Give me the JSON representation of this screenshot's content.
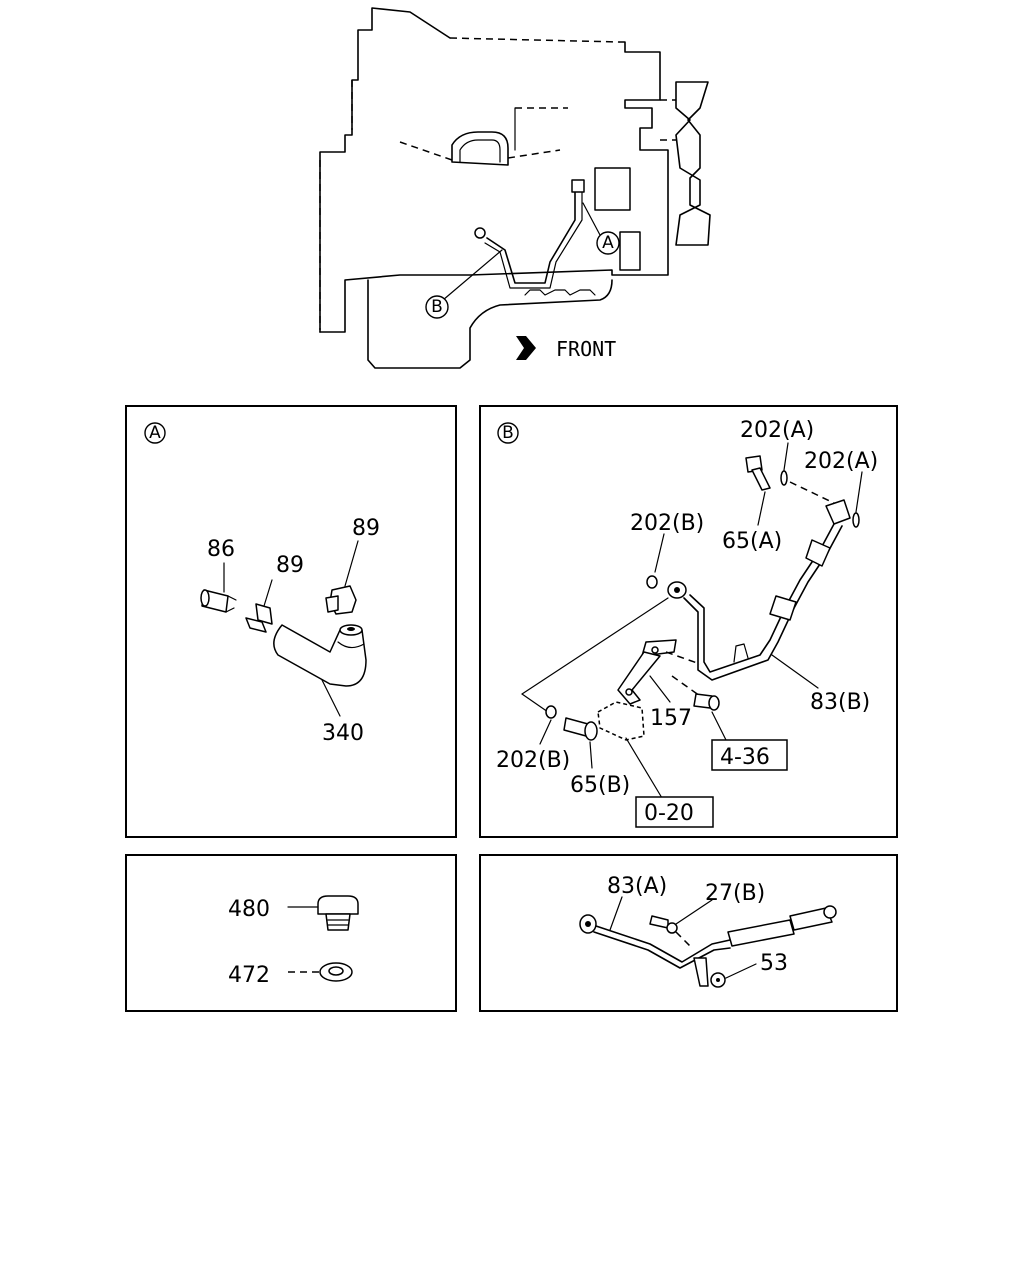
{
  "overview": {
    "detail_a": "A",
    "detail_b": "B",
    "front_label": "FRONT"
  },
  "panel_a": {
    "marker": "A",
    "labels": {
      "p86": "86",
      "p89_left": "89",
      "p89_right": "89",
      "p340": "340"
    }
  },
  "panel_b": {
    "marker": "B",
    "labels": {
      "p202a_top": "202(A)",
      "p202a_right": "202(A)",
      "p202b_top": "202(B)",
      "p65a": "65(A)",
      "p83b": "83(B)",
      "p157": "157",
      "p202b_bottom": "202(B)",
      "p65b": "65(B)",
      "ref_4_36": "4-36",
      "ref_0_20": "0-20"
    }
  },
  "panel_c": {
    "labels": {
      "p480": "480",
      "p472": "472"
    }
  },
  "panel_d": {
    "labels": {
      "p83a": "83(A)",
      "p27b": "27(B)",
      "p53": "53"
    }
  }
}
